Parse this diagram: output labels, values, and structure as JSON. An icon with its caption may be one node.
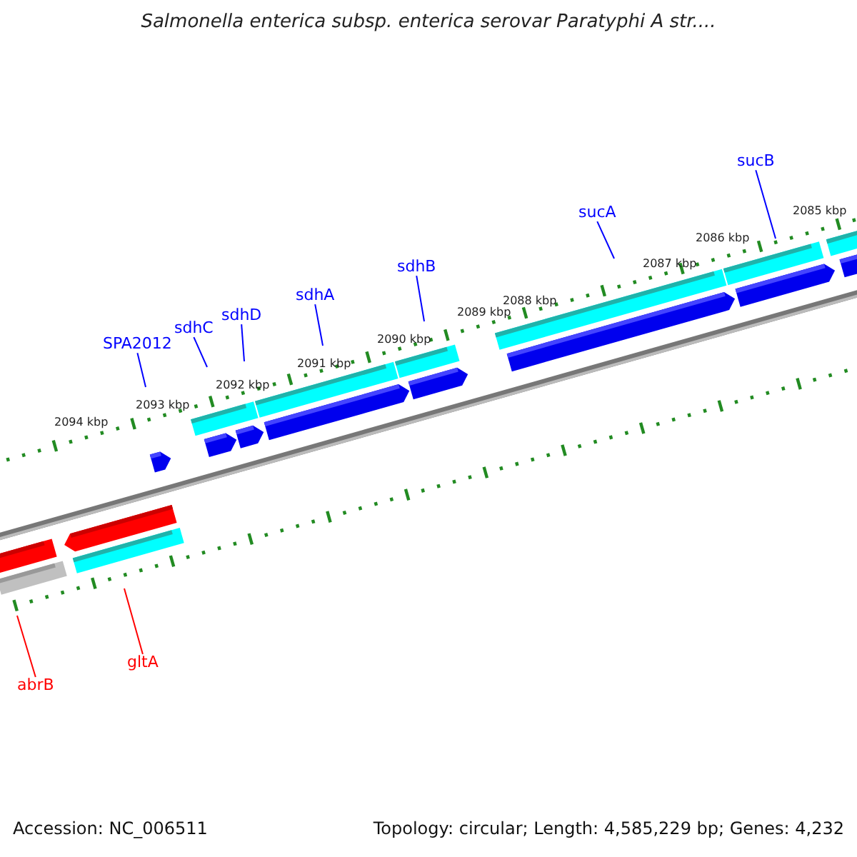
{
  "diagram": {
    "title": "Salmonella enterica subsp. enterica serovar Paratyphi A str....",
    "nodes": [
      {
        "text": [
          "SPA2012"
        ]
      },
      {
        "text": [
          "sdhC"
        ]
      },
      {
        "text": [
          "sdhD"
        ]
      },
      {
        "text": [
          "sdhA"
        ]
      },
      {
        "text": [
          "sdhB"
        ]
      },
      {
        "text": [
          "sucA"
        ]
      },
      {
        "text": [
          "sucB"
        ]
      },
      {
        "text": [
          "abrB"
        ]
      },
      {
        "text": [
          "gltA"
        ]
      }
    ],
    "edges": [
      {
        "from": 0,
        "to": null,
        "arrow": "none"
      },
      {
        "from": 1,
        "to": null,
        "arrow": "none"
      },
      {
        "from": 2,
        "to": null,
        "arrow": "none"
      },
      {
        "from": 3,
        "to": null,
        "arrow": "none"
      },
      {
        "from": 4,
        "to": null,
        "arrow": "none"
      },
      {
        "from": 5,
        "to": null,
        "arrow": "none"
      },
      {
        "from": 6,
        "to": null,
        "arrow": "none"
      },
      {
        "from": 7,
        "to": null,
        "arrow": "none",
        "color": "#ff0000"
      },
      {
        "from": 8,
        "to": null,
        "arrow": "none",
        "color": "#ff0000"
      }
    ],
    "labels": [
      "2094 kbp",
      "2093 kbp",
      "2092 kbp",
      "2091 kbp",
      "2090 kbp",
      "2089 kbp",
      "2088 kbp",
      "2087 kbp",
      "2086 kbp",
      "2085 kbp",
      "Accession: NC_006511",
      "Topology: circular; Length: 4,585,229 bp; Genes: 4,232"
    ]
  }
}
